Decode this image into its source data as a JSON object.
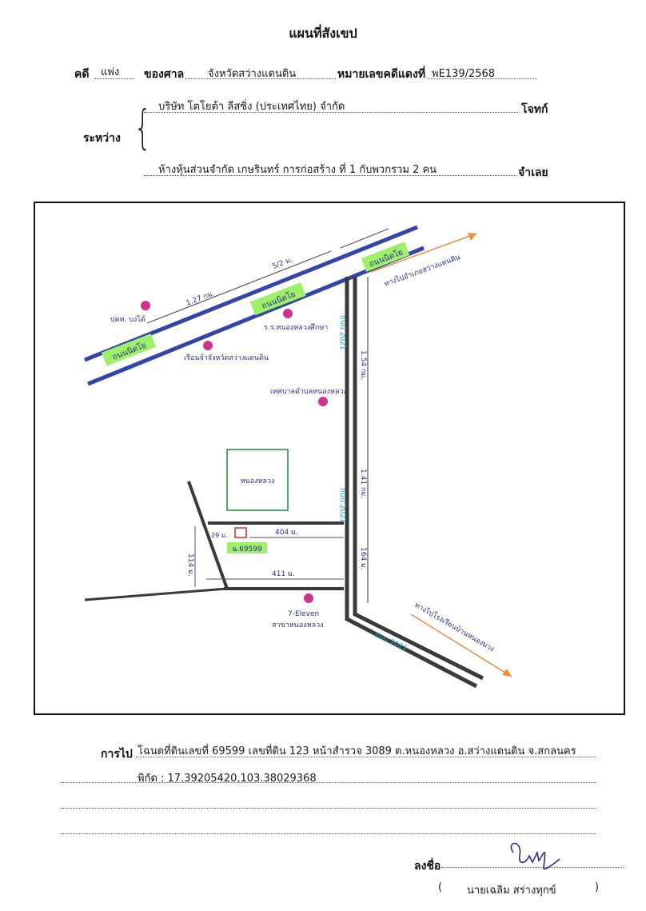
{
  "title": "แผนที่สังเขป",
  "case": {
    "label_case": "คดี",
    "case_type": "แพ่ง",
    "label_court": "ของศาล",
    "court": "จังหวัดสว่างแดนดิน",
    "label_case_no": "หมายเลขคดีแดงที่",
    "case_no": "พE139/2568"
  },
  "parties": {
    "label_between": "ระหว่าง",
    "plaintiff": "บริษัท โตโยต้า ลีสซิ่ง (ประเทศไทย) จำกัด",
    "plaintiff_role": "โจทก์",
    "defendant": "ห้างหุ้นส่วนจำกัด เกษรินทร์ การก่อสร้าง ที่ 1 กับพวกรวม 2 คน",
    "defendant_role": "จำเลย"
  },
  "map": {
    "road_main": "ถนนนิตโย",
    "road_2021": "ถนน 2021",
    "label_ptt": "ปตท. บงได้",
    "label_school": "ร.ร.หนองหลวงศึกษา",
    "label_prison": "เรือนจำจังหวัดสว่างแดนดิน",
    "label_municipal": "เทศบาลตำบลหนองหลวง",
    "label_swamp": "หนองหลวง",
    "label_7eleven_1": "7-Eleven",
    "label_7eleven_2": "สาขาหนองหลวง",
    "label_plot": "ฉ.69599",
    "label_to_sawang": "ทางไปอำเภอสว่างแดนดิน",
    "label_to_school2": "ทางไปโรงเรียนบ้านหนองม่วง",
    "dist_1": "1.27 กม.",
    "dist_2": "5/2 ม.",
    "dist_3": "1.54 กม.",
    "dist_4": "1.41 กม.",
    "dist_5": "164 ม.",
    "dist_6": "404 ม.",
    "dist_7": "411 ม.",
    "dist_8": "114 ม.",
    "dist_9": "29 ม."
  },
  "directions": {
    "label": "การไป",
    "line1": "โฉนดที่ดินเลขที่ 69599 เลขที่ดิน 123 หน้าสำรวจ 3089 ต.หนองหลวง อ.สว่างแดนดิน จ.สกลนคร",
    "line2": "พิกัด : 17.39205420,103.38029368"
  },
  "signature": {
    "label": "ลงชื่อ",
    "name": "นายเฉลิม สร่างทุกข์",
    "open_paren": "(",
    "close_paren": ")"
  },
  "colors": {
    "road_blue": "#3344aa",
    "road_gray": "#3a3a3a",
    "highlight_green": "#9ef06a",
    "marker_magenta": "#d0338c",
    "arrow_orange": "#f08a3c",
    "road_label_cyan": "#1fa0c8"
  }
}
